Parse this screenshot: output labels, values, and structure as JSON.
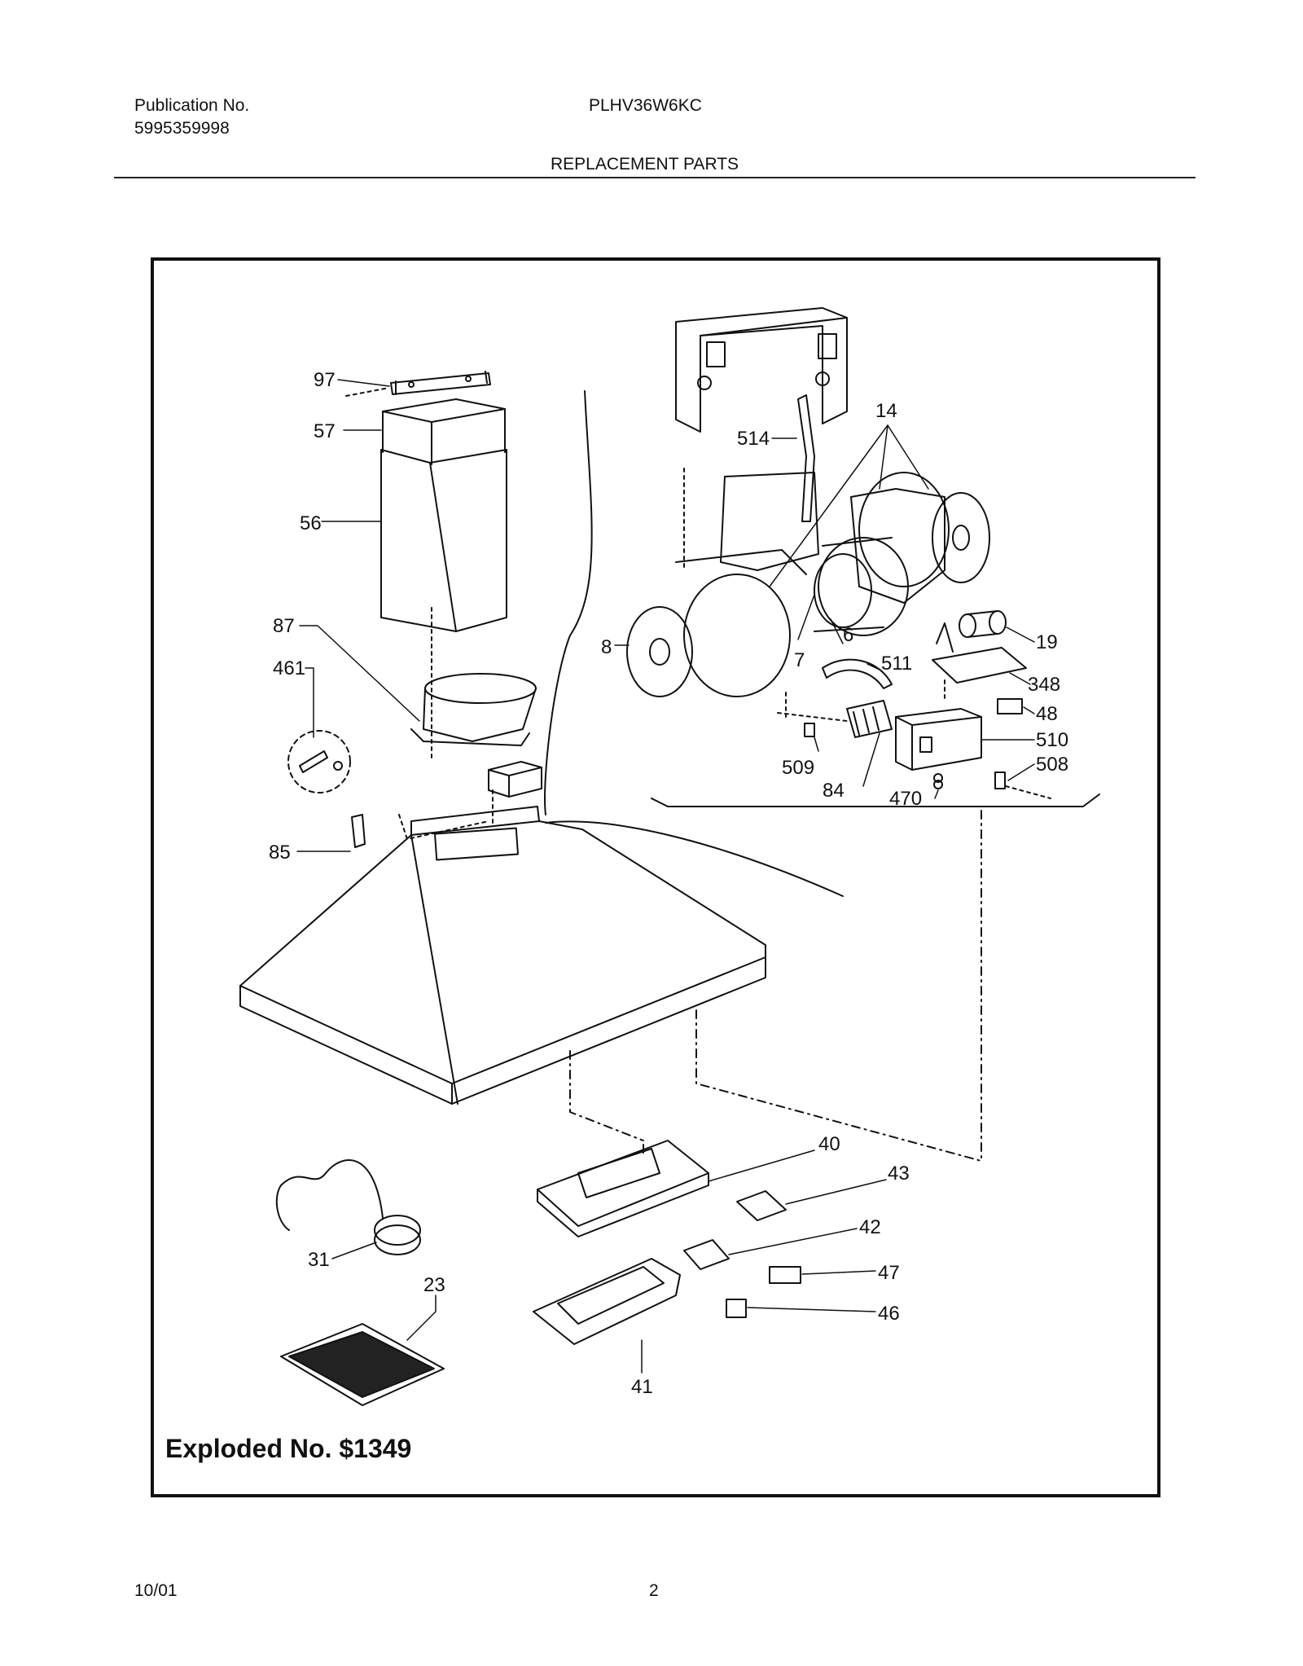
{
  "header": {
    "publication_label": "Publication No.",
    "publication_number": "5995359998",
    "model": "PLHV36W6KC",
    "section_title": "REPLACEMENT PARTS"
  },
  "diagram": {
    "callouts": {
      "p97": "97",
      "p57": "57",
      "p56": "56",
      "p87": "87",
      "p461": "461",
      "p85": "85",
      "p514": "514",
      "p14": "14",
      "p8": "8",
      "p7": "7",
      "p6": "6",
      "p19": "19",
      "p511": "511",
      "p348": "348",
      "p48": "48",
      "p510": "510",
      "p508": "508",
      "p509": "509",
      "p84": "84",
      "p470": "470",
      "p40": "40",
      "p43": "43",
      "p42": "42",
      "p47": "47",
      "p46": "46",
      "p31": "31",
      "p23": "23",
      "p41": "41"
    },
    "exploded_label": "Exploded No. $1349"
  },
  "footer": {
    "date": "10/01",
    "page_number": "2"
  }
}
